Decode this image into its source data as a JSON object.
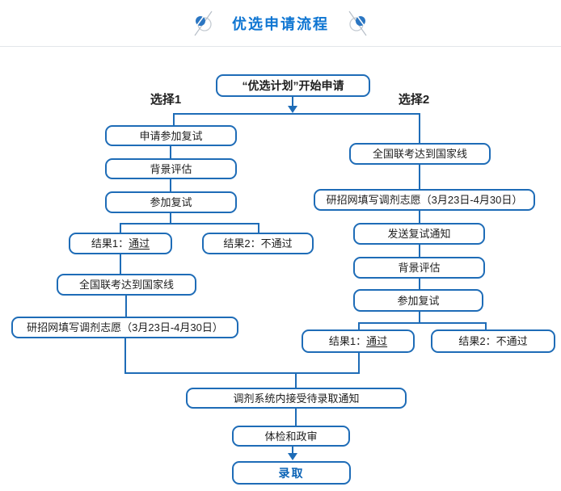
{
  "colors": {
    "line": "#1e6cb7",
    "title": "#0e75d2",
    "admit": "#0a63b6",
    "label": "#1f1f1f"
  },
  "header": {
    "title": "优选申请流程",
    "left_icon": "pen-circle-icon",
    "right_icon": "pen-circle-icon"
  },
  "flow": {
    "start": "“优选计划”开始申请",
    "choice1": "选择1",
    "choice2": "选择2",
    "left": {
      "step1": "申请参加复试",
      "step2": "背景评估",
      "step3": "参加复试",
      "result1_prefix": "结果1：",
      "result1_pass": "通过",
      "result2": "结果2：不通过",
      "step4": "全国联考达到国家线",
      "step5": "研招网填写调剂志愿（3月23日-4月30日）"
    },
    "right": {
      "step1": "全国联考达到国家线",
      "step2": "研招网填写调剂志愿（3月23日-4月30日）",
      "step3": "发送复试通知",
      "step4": "背景评估",
      "step5": "参加复试",
      "result1_prefix": "结果1：",
      "result1_pass": "通过",
      "result2": "结果2：不通过"
    },
    "bottom": {
      "step1": "调剂系统内接受待录取通知",
      "step2": "体检和政审",
      "final": "录取"
    }
  }
}
